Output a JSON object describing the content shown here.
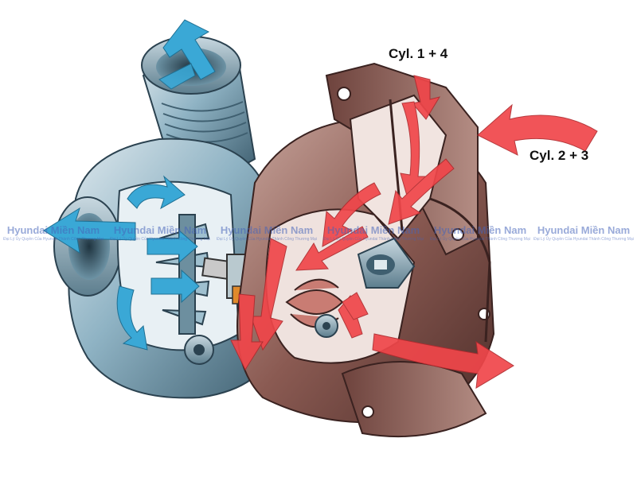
{
  "labels": {
    "cyl_1_4": "Cyl. 1 + 4",
    "cyl_2_3": "Cyl. 2 + 3"
  },
  "watermark": {
    "name": "Hyundai Miền Nam",
    "tagline": "Đại Lý Ủy Quyền Của Hyundai Thành Công Thương Mại"
  },
  "colors": {
    "intake_arrow": "#3aa8d6",
    "exhaust_arrow": "#f0464a",
    "compressor_housing": "#8fb3c4",
    "turbine_housing": "#8a5a52"
  },
  "icons": {
    "intake_flow": "blue-arrow-icon",
    "exhaust_flow": "red-arrow-icon"
  }
}
